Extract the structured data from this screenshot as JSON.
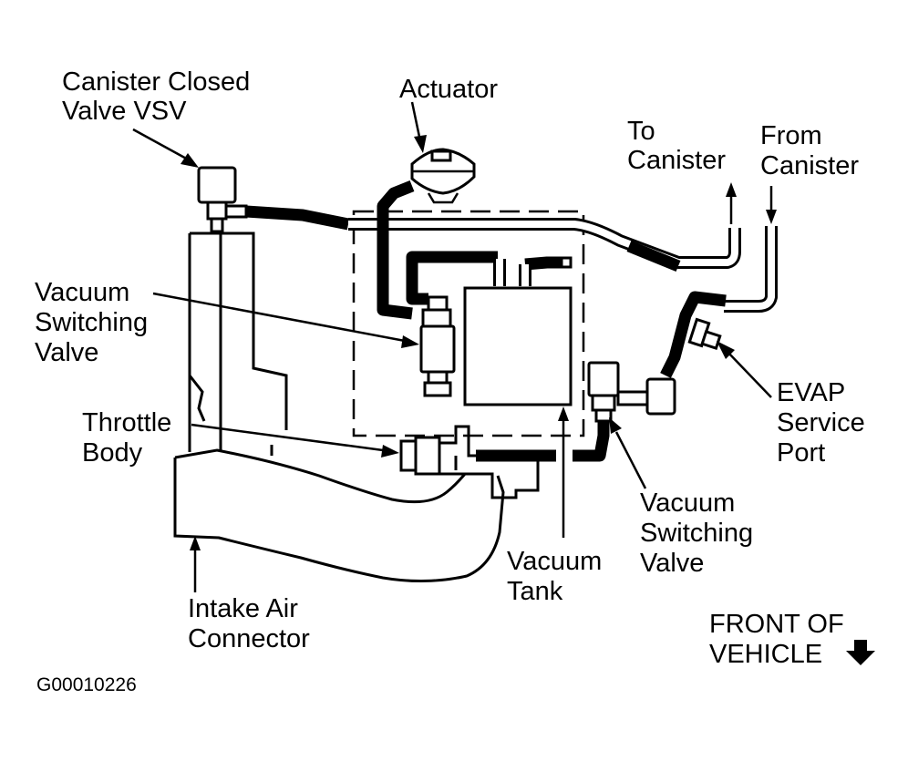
{
  "labels": {
    "canister_closed_valve_vsv": [
      "Canister Closed",
      "Valve VSV"
    ],
    "actuator": "Actuator",
    "to_canister": [
      "To",
      "Canister"
    ],
    "from_canister": [
      "From",
      "Canister"
    ],
    "vacuum_switching_valve_left": [
      "Vacuum",
      "Switching",
      "Valve"
    ],
    "throttle_body": [
      "Throttle",
      "Body"
    ],
    "evap_service_port": [
      "EVAP",
      "Service",
      "Port"
    ],
    "vacuum_switching_valve_right": [
      "Vacuum",
      "Switching",
      "Valve"
    ],
    "vacuum_tank": [
      "Vacuum",
      "Tank"
    ],
    "intake_air_connector": [
      "Intake Air",
      "Connector"
    ],
    "front_of_vehicle": [
      "FRONT OF",
      "VEHICLE"
    ],
    "figure_id": "G00010226"
  },
  "icons": {
    "front_arrow": "arrow-down-icon"
  }
}
